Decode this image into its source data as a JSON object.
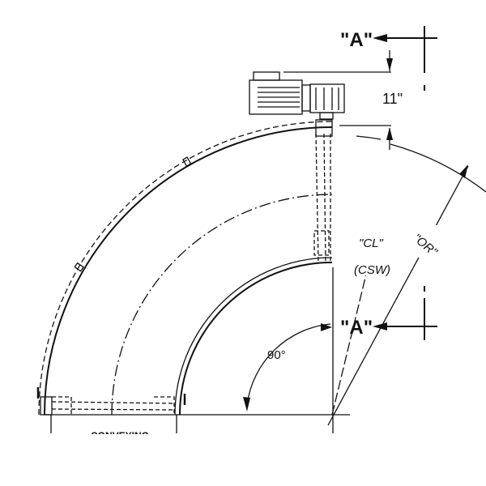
{
  "drawing": {
    "section_label_top": "\"A\"",
    "section_label_mid": "\"A\"",
    "height_dim": "11\"",
    "centerline_label": "\"CL\"",
    "csw_label": "(CSW)",
    "outer_radius_label": "\"OR\"",
    "angle_label": "90°",
    "bottom_note": "CONVEYING"
  },
  "colors": {
    "line": "#111111",
    "background": "#ffffff"
  }
}
